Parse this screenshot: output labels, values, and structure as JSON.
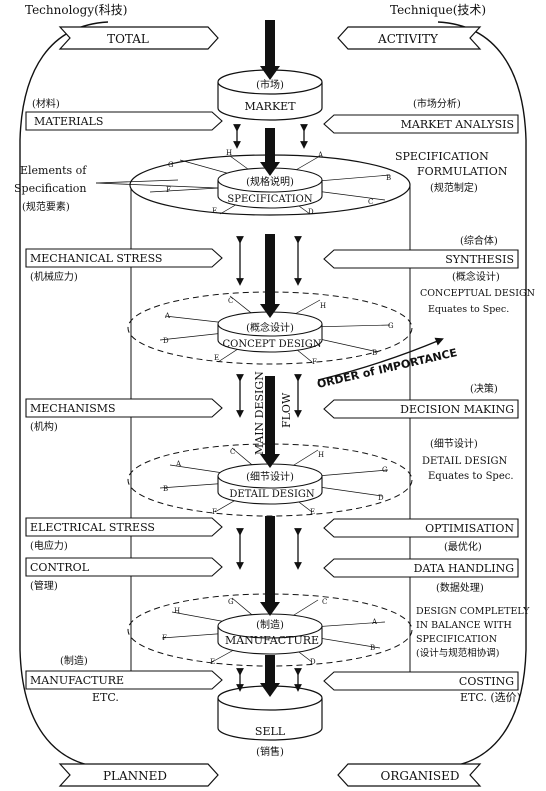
{
  "header": {
    "left_title": "Technology(科技)",
    "right_title": "Technique(技术)"
  },
  "corners": {
    "top_left": "TOTAL",
    "top_right": "ACTIVITY",
    "bottom_left": "PLANNED",
    "bottom_right": "ORGANISED"
  },
  "main_flow": {
    "label_line1": "MAIN DESIGN",
    "label_line2": "FLOW",
    "order_of_importance": "ORDER of IMPORTANCE"
  },
  "stages": [
    {
      "label_cn": "(市场)",
      "label_en": "MARKET"
    },
    {
      "label_cn": "(规格说明)",
      "label_en": "SPECIFICATION",
      "sector_letters": [
        "G",
        "H",
        "A",
        "B",
        "C",
        "D",
        "E",
        "F"
      ]
    },
    {
      "label_cn": "(概念设计)",
      "label_en": "CONCEPT DESIGN",
      "sector_letters": [
        "C",
        "H",
        "G",
        "A",
        "D",
        "B",
        "E",
        "F"
      ]
    },
    {
      "label_cn": "(细节设计)",
      "label_en": "DETAIL DESIGN",
      "sector_letters": [
        "C",
        "H",
        "A",
        "G",
        "B",
        "D",
        "F",
        "E"
      ]
    },
    {
      "label_cn": "(制造)",
      "label_en": "MANUFACTURE",
      "sector_letters": [
        "H",
        "C",
        "G",
        "A",
        "F",
        "B",
        "E",
        "D"
      ]
    },
    {
      "label_cn": "SELL",
      "label_en": "(销售)"
    }
  ],
  "left_inputs": [
    {
      "cn": "(材料)",
      "en": "MATERIALS"
    },
    {
      "en": "MECHANICAL STRESS",
      "cn": "(机械应力)"
    },
    {
      "en": "MECHANISMS",
      "cn": "(机构)"
    },
    {
      "en": "ELECTRICAL STRESS",
      "cn": "(电应力)"
    },
    {
      "en": "CONTROL",
      "cn": "(管理)"
    },
    {
      "cn": "(制造)",
      "en": "MANUFACTURE",
      "extra": "ETC."
    }
  ],
  "right_inputs": [
    {
      "cn": "(市场分析)",
      "en": "MARKET ANALYSIS"
    },
    {
      "cn": "(综合体)",
      "en": "SYNTHESIS"
    },
    {
      "cn": "(决策)",
      "en": "DECISION MAKING"
    },
    {
      "en": "OPTIMISATION",
      "cn": "(最优化)"
    },
    {
      "en": "DATA HANDLING",
      "cn": "(数据处理)"
    },
    {
      "en": "COSTING",
      "extra": "ETC. (选价)"
    }
  ],
  "annotations": {
    "elements_line1": "Elements of",
    "elements_line2": "Specification",
    "elements_cn": "(规范要素)",
    "spec_form_line1": "SPECIFICATION",
    "spec_form_line2": "FORMULATION",
    "spec_form_cn": "(规范制定)",
    "concept_cn": "(概念设计)",
    "concept_line1": "CONCEPTUAL DESIGN",
    "concept_line2": "Equates to Spec.",
    "detail_cn": "(细节设计)",
    "detail_line1": "DETAIL DESIGN",
    "detail_line2": "Equates to Spec.",
    "balance_line1": "DESIGN COMPLETELY",
    "balance_line2": "IN BALANCE WITH",
    "balance_line3": "SPECIFICATION",
    "balance_cn": "(设计与规范相协调)"
  }
}
